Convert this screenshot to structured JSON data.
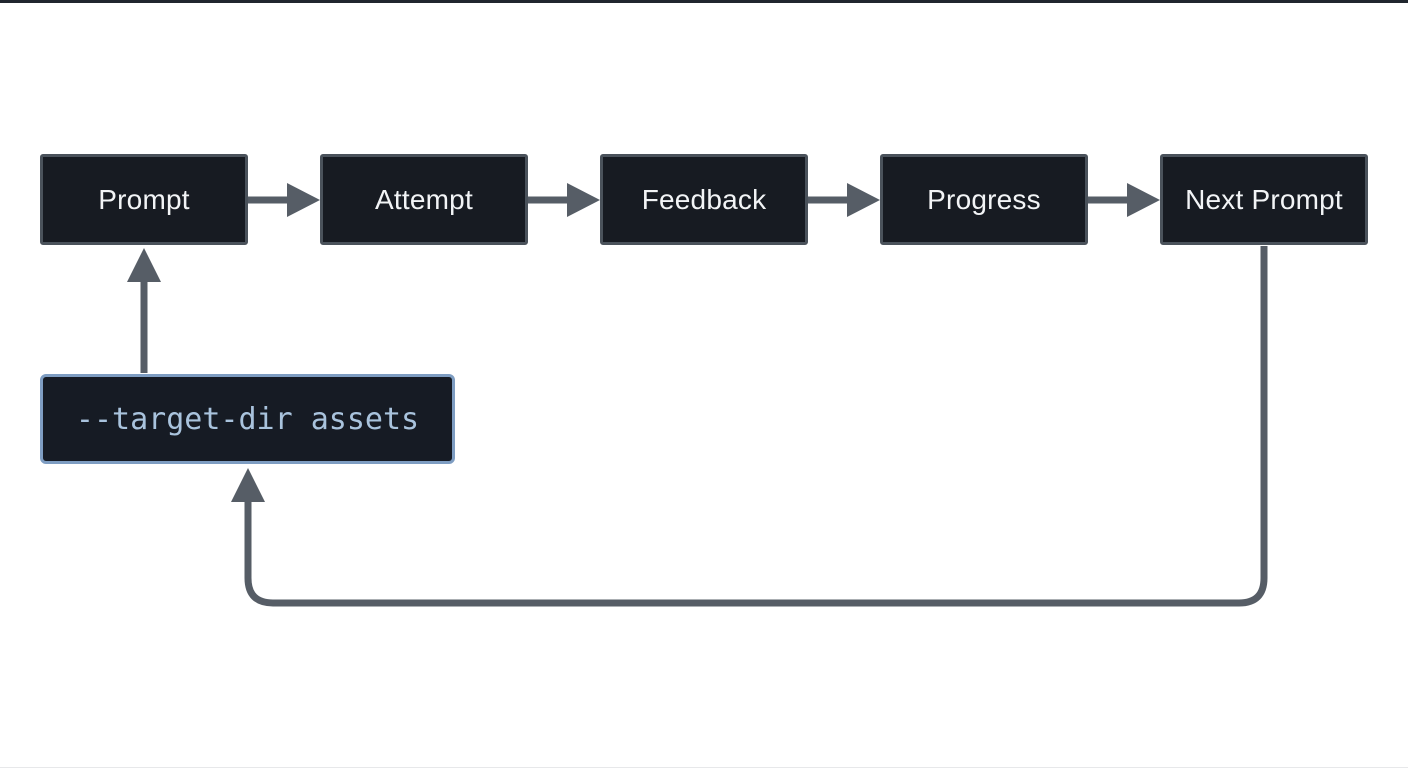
{
  "diagram": {
    "title": "prompt-attempt-feedback-loop",
    "nodes": [
      {
        "id": "prompt",
        "label": "Prompt"
      },
      {
        "id": "attempt",
        "label": "Attempt"
      },
      {
        "id": "feedback",
        "label": "Feedback"
      },
      {
        "id": "progress",
        "label": "Progress"
      },
      {
        "id": "next-prompt",
        "label": "Next Prompt"
      }
    ],
    "flag_node": {
      "id": "target-dir-flag",
      "label": "--target-dir assets"
    },
    "edges": [
      {
        "from": "prompt",
        "to": "attempt"
      },
      {
        "from": "attempt",
        "to": "feedback"
      },
      {
        "from": "feedback",
        "to": "progress"
      },
      {
        "from": "progress",
        "to": "next-prompt"
      },
      {
        "from": "target-dir-flag",
        "to": "prompt"
      },
      {
        "from": "next-prompt",
        "to": "target-dir-flag"
      }
    ],
    "colors": {
      "background": "#ffffff",
      "node_fill": "#171b22",
      "node_border": "#4a525b",
      "node_text": "#f2f4f6",
      "arrow": "#565d66",
      "flag_border": "#7e9dc2",
      "flag_fill": "#161b24",
      "flag_text": "#a9c3dd",
      "top_edge": "#20262e"
    }
  }
}
